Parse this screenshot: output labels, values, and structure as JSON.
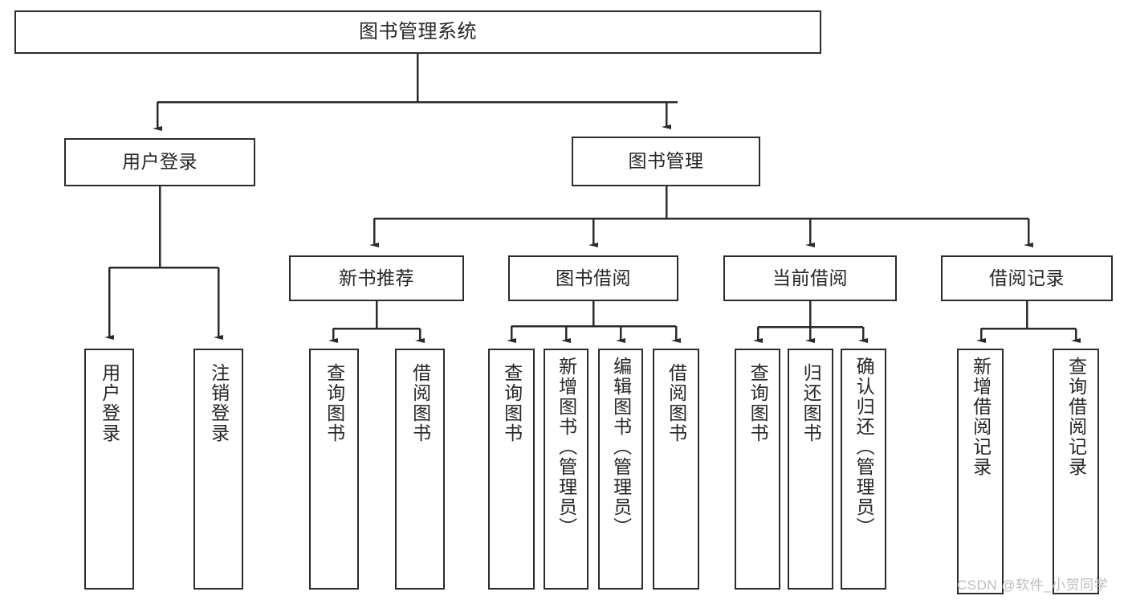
{
  "diagram": {
    "title": "图书管理系统",
    "type": "tree-hierarchy-chart",
    "watermark": "CSDN @软件_小贺同学",
    "accent_colors": {
      "box_border": "#2b2b2b",
      "box_fill": "#ffffff",
      "text": "#262626",
      "edge": "#2b2b2b",
      "watermark": "#bdbdbd"
    },
    "nodes": {
      "root": {
        "label": "图书管理系统"
      },
      "level1": [
        {
          "label": "用户登录"
        },
        {
          "label": "图书管理"
        }
      ],
      "level2": [
        {
          "label": "新书推荐"
        },
        {
          "label": "图书借阅"
        },
        {
          "label": "当前借阅"
        },
        {
          "label": "借阅记录"
        }
      ],
      "leaves": {
        "user_login": [
          {
            "label": "用户登录"
          },
          {
            "label": "注销登录"
          }
        ],
        "new_book_recommend": [
          {
            "label": "查询图书"
          },
          {
            "label": "借阅图书"
          }
        ],
        "book_borrow": [
          {
            "label": "查询图书"
          },
          {
            "label": "新增图书（管理员）"
          },
          {
            "label": "编辑图书（管理员）"
          },
          {
            "label": "借阅图书"
          }
        ],
        "current_borrow": [
          {
            "label": "查询图书"
          },
          {
            "label": "归还图书"
          },
          {
            "label": "确认归还（管理员）"
          }
        ],
        "borrow_records": [
          {
            "label": "新增借阅记录"
          },
          {
            "label": "查询借阅记录"
          }
        ]
      }
    }
  }
}
